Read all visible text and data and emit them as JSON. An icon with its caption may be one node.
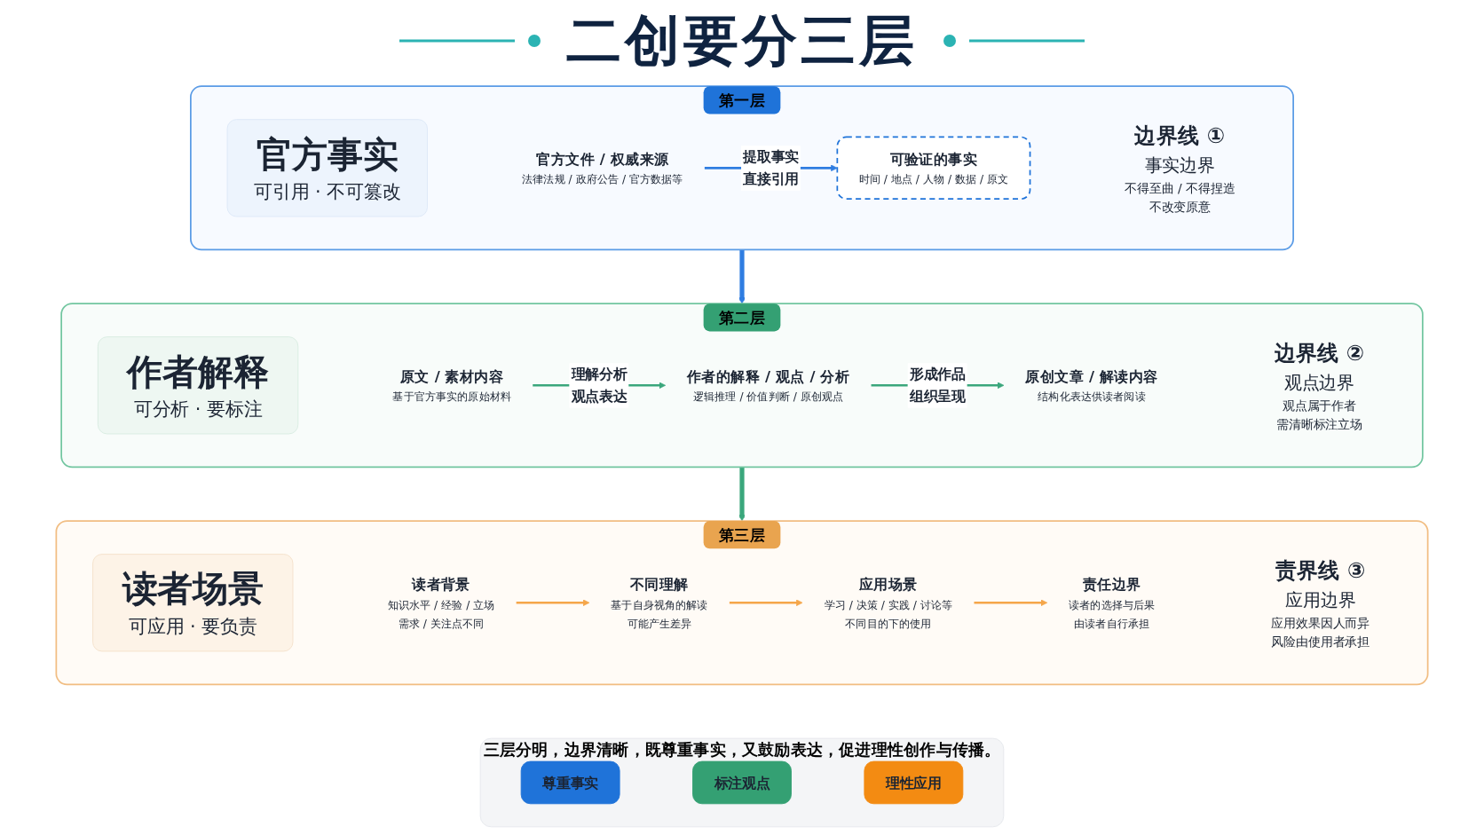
{
  "diagram": {
    "title": "二创要分三层",
    "nodes": [
      {
        "text": [
          "第一层"
        ]
      },
      {
        "text": [
          "官方事实",
          "可引用 · 不可篡改"
        ],
        "in": 0
      },
      {
        "text": [
          "官方文件 / 权威来源",
          "法律法规 / 政府公告 / 官方数据等"
        ],
        "in": 0
      },
      {
        "text": [
          "可验证的事实",
          "时间 / 地点 / 人物 / 数据 / 原文"
        ],
        "in": 0
      },
      {
        "text": [
          "边界线 ①",
          "事实边界",
          "不得至曲 / 不得捏造",
          "不改变原意"
        ],
        "in": 0
      },
      {
        "text": [
          "第二层"
        ]
      },
      {
        "text": [
          "作者解释",
          "可分析 · 要标注"
        ],
        "in": 5
      },
      {
        "text": [
          "原文 / 素材内容",
          "基于官方事实的原始材料"
        ],
        "in": 5
      },
      {
        "text": [
          "作者的解释 / 观点 / 分析",
          "逻辑推理 / 价值判断 / 原创观点"
        ],
        "in": 5
      },
      {
        "text": [
          "原创文章 / 解读内容",
          "结构化表达供读者阅读"
        ],
        "in": 5
      },
      {
        "text": [
          "边界线 ②",
          "观点边界",
          "观点属于作者",
          "需清晰标注立场"
        ],
        "in": 5
      },
      {
        "text": [
          "第三层"
        ]
      },
      {
        "text": [
          "读者场景",
          "可应用 · 要负责"
        ],
        "in": 11
      },
      {
        "text": [
          "读者背景",
          "知识水平 / 经验 / 立场",
          "需求 / 关注点不同"
        ],
        "in": 11
      },
      {
        "text": [
          "不同理解",
          "基于自身视角的解读",
          "可能产生差异"
        ],
        "in": 11
      },
      {
        "text": [
          "应用场景",
          "学习 / 决策 / 实践 / 讨论等",
          "不同目的下的使用"
        ],
        "in": 11
      },
      {
        "text": [
          "责任边界",
          "读者的选择与后果",
          "由读者自行承担"
        ],
        "in": 11
      },
      {
        "text": [
          "责界线 ③",
          "应用边界",
          "应用效果因人而异",
          "风险由使用者承担"
        ],
        "in": 11
      },
      {
        "text": [
          "三层分明，边界清晰，既尊重事实，又鼓励表达，促进理性创作与传播。"
        ]
      },
      {
        "text": [
          "尊重事实"
        ],
        "in": 18
      },
      {
        "text": [
          "标注观点"
        ],
        "in": 18
      },
      {
        "text": [
          "理性应用"
        ],
        "in": 18
      }
    ],
    "edges": [
      {
        "from": 2,
        "to": 3,
        "arrow": "to",
        "label": "提取事实直接引用",
        "color": "#2f7de1"
      },
      {
        "from": 7,
        "to": 8,
        "arrow": "to",
        "label": "理解分析观点表达",
        "color": "#3ba77c"
      },
      {
        "from": 8,
        "to": 9,
        "arrow": "to",
        "label": "形成作品组织呈现",
        "color": "#3ba77c"
      },
      {
        "from": 13,
        "to": 14,
        "arrow": "to",
        "color": "#f5a64a"
      },
      {
        "from": 14,
        "to": 15,
        "arrow": "to",
        "color": "#f5a64a"
      },
      {
        "from": 15,
        "to": 16,
        "arrow": "to",
        "color": "#f5a64a"
      },
      {
        "from": 0,
        "to": 5,
        "arrow": "to",
        "style": "thick",
        "color": "#2f7de1"
      },
      {
        "from": 5,
        "to": 11,
        "arrow": "to",
        "style": "thick",
        "color": "#3ba77c"
      }
    ]
  }
}
